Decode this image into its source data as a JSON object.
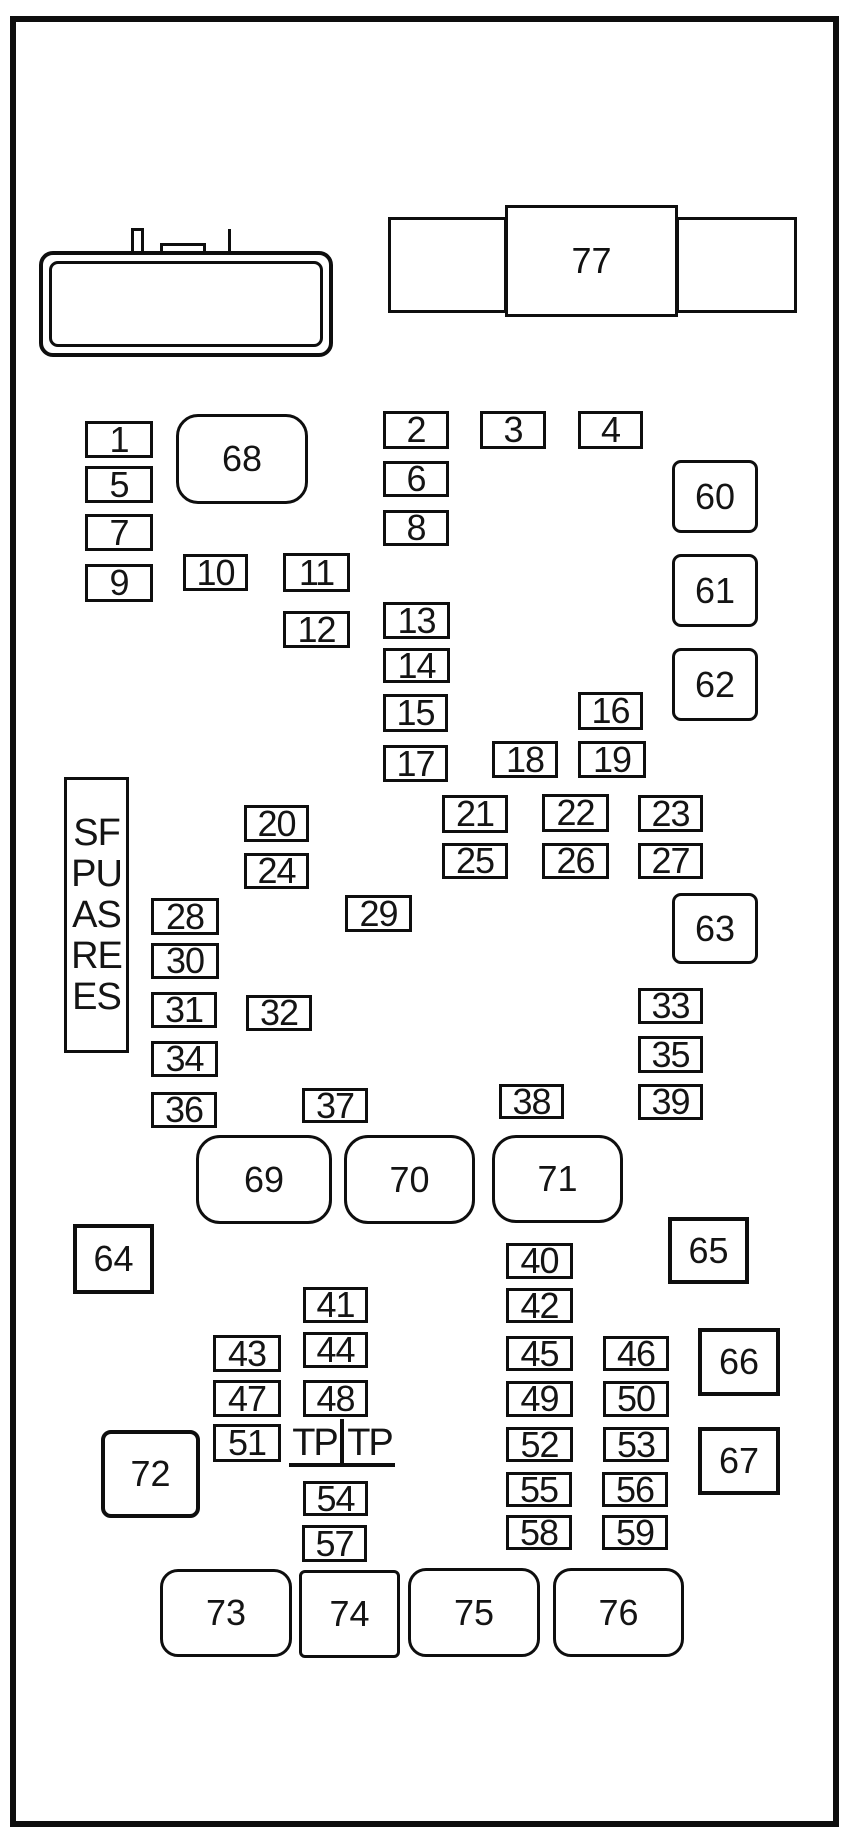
{
  "colors": {
    "line": "#0e0e0e",
    "background": "#ffffff"
  },
  "spare_fuses_box": {
    "line1": "SF",
    "line2": "PU",
    "line3": "AS",
    "line4": "RE",
    "line5": "ES"
  },
  "test_points": {
    "left": "TP",
    "right": "TP"
  },
  "labels": {
    "f1": "1",
    "f2": "2",
    "f3": "3",
    "f4": "4",
    "f5": "5",
    "f6": "6",
    "f7": "7",
    "f8": "8",
    "f9": "9",
    "f10": "10",
    "f11": "11",
    "f12": "12",
    "f13": "13",
    "f14": "14",
    "f15": "15",
    "f16": "16",
    "f17": "17",
    "f18": "18",
    "f19": "19",
    "f20": "20",
    "f21": "21",
    "f22": "22",
    "f23": "23",
    "f24": "24",
    "f25": "25",
    "f26": "26",
    "f27": "27",
    "f28": "28",
    "f29": "29",
    "f30": "30",
    "f31": "31",
    "f32": "32",
    "f33": "33",
    "f34": "34",
    "f35": "35",
    "f36": "36",
    "f37": "37",
    "f38": "38",
    "f39": "39",
    "f40": "40",
    "f41": "41",
    "f42": "42",
    "f43": "43",
    "f44": "44",
    "f45": "45",
    "f46": "46",
    "f47": "47",
    "f48": "48",
    "f49": "49",
    "f50": "50",
    "f51": "51",
    "f52": "52",
    "f53": "53",
    "f54": "54",
    "f55": "55",
    "f56": "56",
    "f57": "57",
    "f58": "58",
    "f59": "59",
    "f60": "60",
    "f61": "61",
    "f62": "62",
    "f63": "63",
    "f64": "64",
    "f65": "65",
    "f66": "66",
    "f67": "67",
    "f68": "68",
    "f69": "69",
    "f70": "70",
    "f71": "71",
    "f72": "72",
    "f73": "73",
    "f74": "74",
    "f75": "75",
    "f76": "76",
    "f77": "77"
  }
}
